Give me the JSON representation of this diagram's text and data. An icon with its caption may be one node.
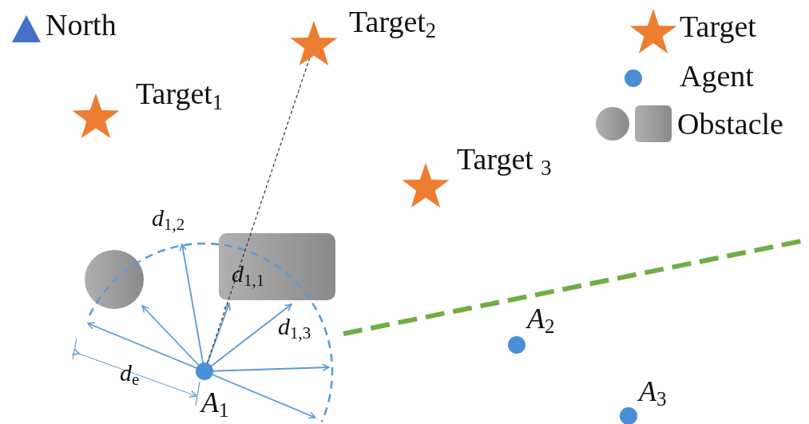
{
  "diagram": {
    "nodes": [
      {
        "text": [],
        "shape": "star",
        "beside": [
          "Target$_{1}$"
        ]
      },
      {
        "text": [],
        "shape": "star",
        "beside": [
          "Target$_{2}$"
        ]
      },
      {
        "text": [],
        "shape": "star",
        "beside": [
          "Target $_{3}$"
        ]
      },
      {
        "text": [],
        "shape": "circle",
        "beside": [
          "*A*$_{1}$"
        ]
      },
      {
        "text": [],
        "shape": "circle",
        "beside": [
          "*A*$_{2}$"
        ]
      },
      {
        "text": [],
        "shape": "circle",
        "beside": [
          "*A*$_{3}$"
        ]
      }
    ],
    "edges": [
      {
        "from": 3,
        "to": 1,
        "arrow": "none",
        "style": "dashed"
      }
    ],
    "labels": [
      "North",
      "*d*$_{1,2}$",
      "*d*$_{1,1}$",
      "*d*$_{1,3}$",
      "*d*$_{e}$"
    ],
    "legend": [
      {
        "text": "Target"
      },
      {
        "text": "Agent"
      },
      {
        "text": "Obstacle"
      }
    ]
  }
}
